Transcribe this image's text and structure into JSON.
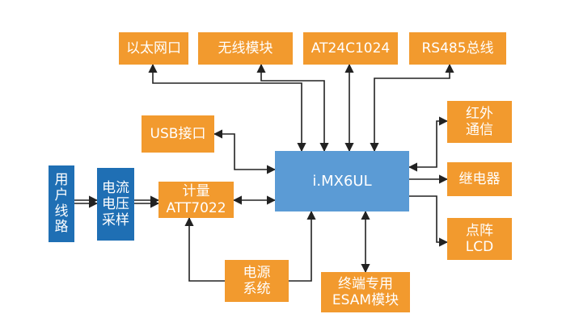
{
  "nodes": {
    "ethernet": [
      "以太网口"
    ],
    "wireless": [
      "无线模块"
    ],
    "eeprom": [
      "AT24C1024"
    ],
    "rs485": [
      "RS485总线"
    ],
    "usb": [
      "USB接口"
    ],
    "infrared": [
      "红外",
      "通信"
    ],
    "relay": [
      "继电器"
    ],
    "lcd": [
      "点阵",
      "LCD"
    ],
    "cpu": [
      "i.MX6UL"
    ],
    "metering": [
      "计量",
      "ATT7022"
    ],
    "power": [
      "电源",
      "系统"
    ],
    "esam": [
      "终端专用",
      "ESAM模块"
    ],
    "user_line": [
      "用",
      "户",
      "线",
      "路"
    ],
    "sampling": [
      "电流",
      "电压",
      "采样"
    ]
  },
  "colors": {
    "module": "#f29a2e",
    "sensor": "#1f6fb4",
    "cpu": "#5b9bd5",
    "wire": "#222222"
  }
}
